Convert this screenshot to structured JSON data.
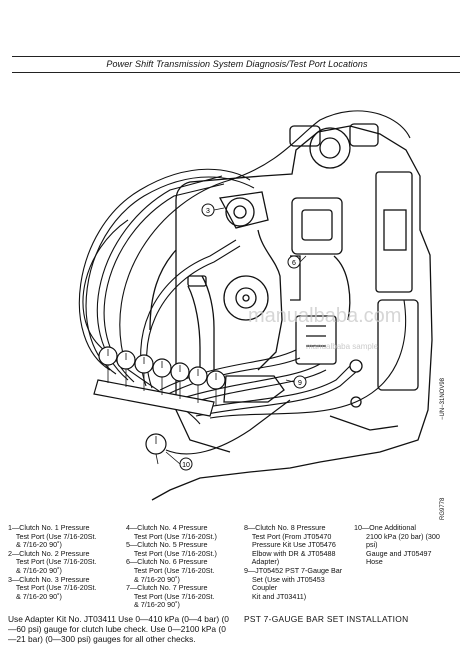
{
  "header": {
    "title": "Power Shift Transmission System Diagnosis/Test Port Locations"
  },
  "figure": {
    "callouts": [
      "3",
      "6",
      "9",
      "10"
    ],
    "ref_codes": [
      "−UN−31NOV98",
      "RG9778"
    ],
    "watermark": "manualbaba.com",
    "watermark_sub": "manualbaba sample"
  },
  "legend": {
    "col1": [
      "1—Clutch No. 1 Pressure",
      "    Test Port (Use 7/16-20St.",
      "    & 7/16-20 90˚)",
      "2—Clutch No. 2 Pressure",
      "    Test Port (Use 7/16-20St.",
      "    & 7/16-20 90˚)",
      "3—Clutch No. 3 Pressure",
      "    Test Port (Use 7/16-20St.",
      "    & 7/16-20 90˚)"
    ],
    "col2": [
      "4—Clutch No. 4 Pressure",
      "    Test Port (Use 7/16-20St.)",
      "5—Clutch No. 5 Pressure",
      "    Test Port (Use 7/16-20St.)",
      "6—Clutch No. 6 Pressure",
      "    Test Port (Use 7/16-20St.",
      "    & 7/16-20 90˚)",
      "7—Clutch No. 7 Pressure",
      "    Test Port (Use 7/16-20St.",
      "    & 7/16-20 90˚)"
    ],
    "col3": [
      "8—Clutch No. 8 Pressure",
      "    Test Port (From JT05470",
      "    Pressure Kit Use JT05476",
      "    Elbow with DR & JT05488",
      "    Adapter)",
      "9—JT05452 PST 7-Gauge Bar",
      "    Set (Use with JT05453",
      "    Coupler",
      "    Kit and JT03411)"
    ],
    "col4": [
      "10—One Additional",
      "      2100 kPa (20 bar) (300",
      "      psi)",
      "      Gauge and JT05497",
      "      Hose"
    ]
  },
  "captions": {
    "left": "Use Adapter Kit No. JT03411 Use 0—410 kPa (0—4 bar) (0—60 psi) gauge for clutch lube check. Use 0—2100 kPa (0—21 bar) (0—300 psi) gauges for all other checks.",
    "right": "PST 7-GAUGE BAR SET INSTALLATION"
  }
}
